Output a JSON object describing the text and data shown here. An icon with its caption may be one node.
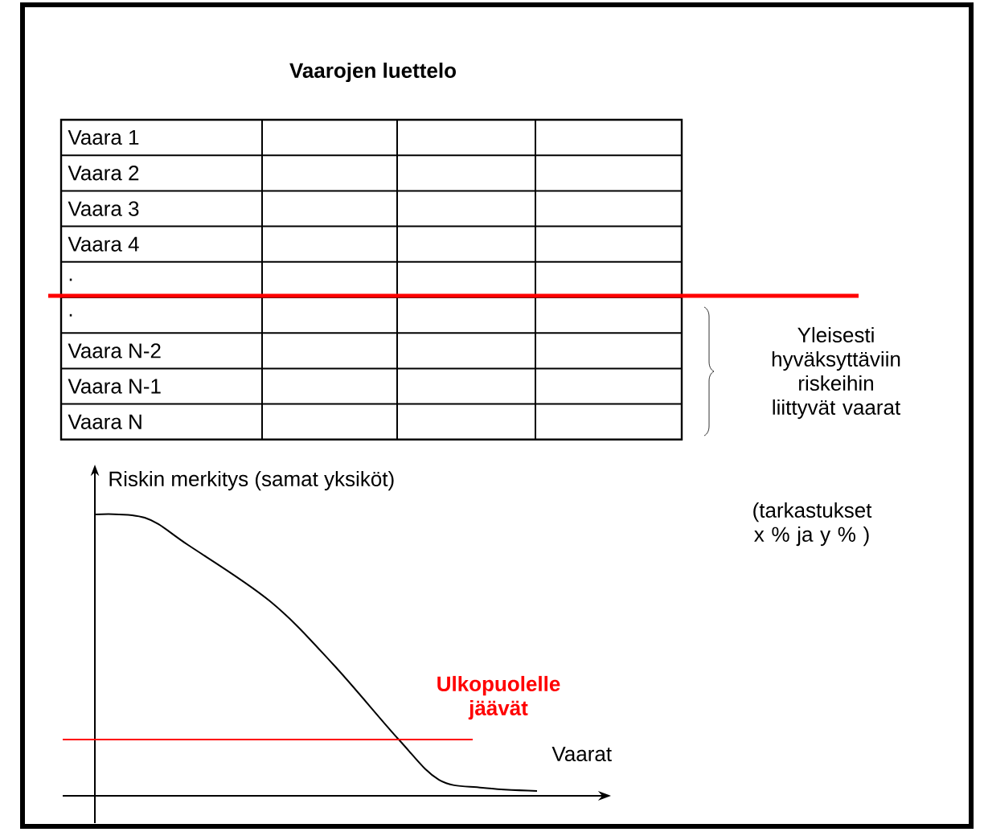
{
  "diagram": {
    "title": "Vaarojen luettelo",
    "labels": [
      "Vaara 1",
      "Vaara 2",
      "Vaara 3",
      "Vaara 4",
      ".",
      ".",
      "Vaara N-2",
      "Vaara N-1",
      "Vaara N",
      "Yleisesti hyväksyttäviin riskeihin liittyvät vaarat",
      "Riskin merkitys (samat yksiköt)",
      "(tarkastukset x % ja y % )",
      "Ulkopuolelle jäävät",
      "Vaarat"
    ]
  }
}
